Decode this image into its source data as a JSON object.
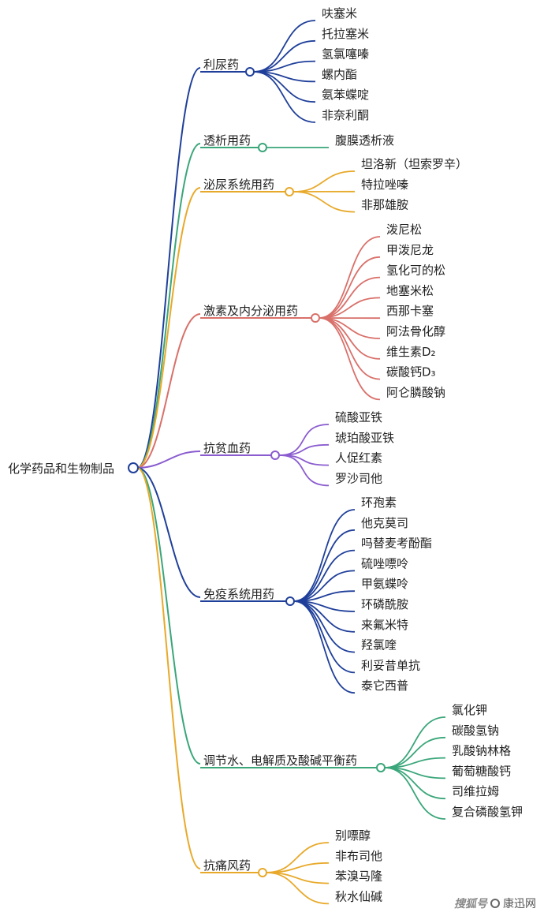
{
  "root": {
    "label": "化学药品和生物制品"
  },
  "categories": [
    {
      "label": "利尿药",
      "color": "#1f3f9a",
      "items": [
        "呋塞米",
        "托拉塞米",
        "氢氯噻嗪",
        "螺内酯",
        "氨苯蝶啶",
        "非奈利酮"
      ]
    },
    {
      "label": "透析用药",
      "color": "#3aa67a",
      "items": [
        "腹膜透析液"
      ]
    },
    {
      "label": "泌尿系统用药",
      "color": "#e8a92a",
      "items": [
        "坦洛新（坦索罗辛）",
        "特拉唑嗪",
        "非那雄胺"
      ]
    },
    {
      "label": "激素及内分泌用药",
      "color": "#d9706a",
      "items": [
        "泼尼松",
        "甲泼尼龙",
        "氢化可的松",
        "地塞米松",
        "西那卡塞",
        "阿法骨化醇",
        "维生素D₂",
        "碳酸钙D₃",
        "阿仑膦酸钠"
      ]
    },
    {
      "label": "抗贫血药",
      "color": "#8a5ccf",
      "items": [
        "硫酸亚铁",
        "琥珀酸亚铁",
        "人促红素",
        "罗沙司他"
      ]
    },
    {
      "label": "免疫系统用药",
      "color": "#1f3f9a",
      "items": [
        "环孢素",
        "他克莫司",
        "吗替麦考酚酯",
        "硫唑嘌呤",
        "甲氨蝶呤",
        "环磷酰胺",
        "来氟米特",
        "羟氯喹",
        "利妥昔单抗",
        "泰它西普"
      ]
    },
    {
      "label": "调节水、电解质及酸碱平衡药",
      "color": "#3aa67a",
      "items": [
        "氯化钾",
        "碳酸氢钠",
        "乳酸钠林格",
        "葡萄糖酸钙",
        "司维拉姆",
        "复合磷酸氢钾"
      ]
    },
    {
      "label": "抗痛风药",
      "color": "#e8a92a",
      "items": [
        "别嘌醇",
        "非布司他",
        "苯溴马隆",
        "秋水仙碱"
      ]
    }
  ],
  "watermark": {
    "left_text": "搜狐号",
    "right_text": "康迅网"
  }
}
